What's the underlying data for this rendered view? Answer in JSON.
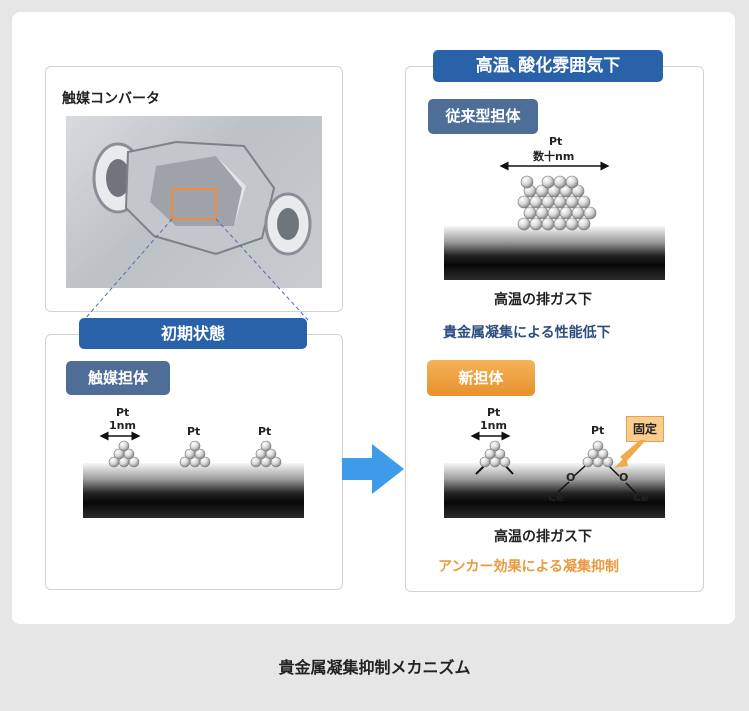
{
  "converter": {
    "label": "触媒コンバータ"
  },
  "initial": {
    "tag": "初期状態",
    "carrier_tag": "触媒担体",
    "pt_label": "Pt",
    "size_label": "1nm"
  },
  "conditions": {
    "tag": "高温､酸化雰囲気下"
  },
  "conventional": {
    "tag": "従来型担体",
    "pt_label": "Pt",
    "size_label": "数十nm",
    "exhaust_label": "高温の排ガス下",
    "result": "貴金属凝集による性能低下"
  },
  "new_carrier": {
    "tag": "新担体",
    "pt_label": "Pt",
    "size_label": "1nm",
    "fixed_label": "固定",
    "o_label": "O",
    "ce_label": "Ce",
    "exhaust_label": "高温の排ガス下",
    "result": "アンカー効果による凝集抑制"
  },
  "caption": "貴金属凝集抑制メカニズム",
  "colors": {
    "blue": "#2a62aa",
    "slate": "#4f6e97",
    "orange": "#e7922c",
    "arrow": "#3d9be9",
    "result_blue": "#2d4e80",
    "result_orange": "#e99a3f"
  }
}
